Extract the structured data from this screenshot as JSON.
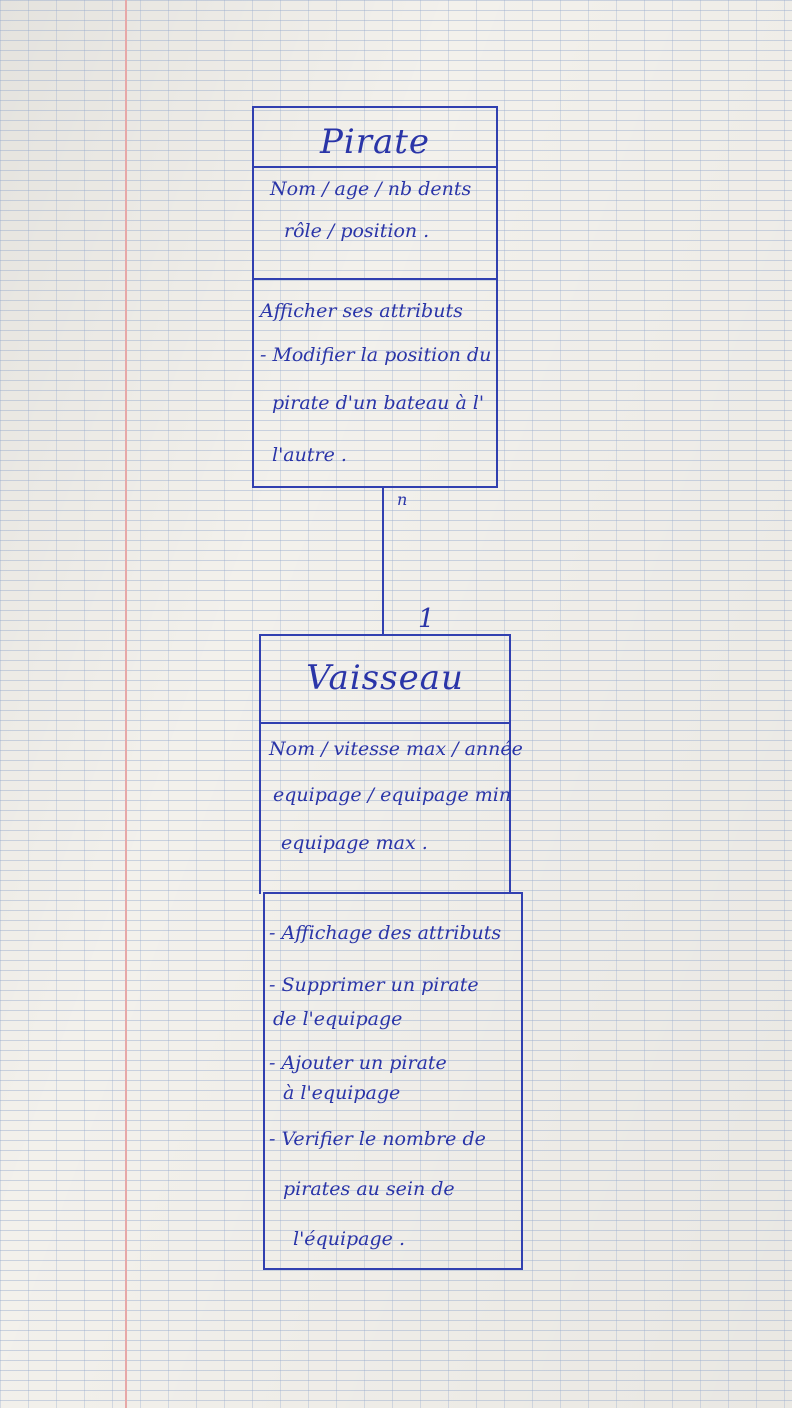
{
  "diagram": {
    "pirate": {
      "name": "Pirate",
      "attributes": [
        "Nom / age / nb dents",
        "rôle / position ."
      ],
      "methods": [
        "Afficher ses attributs",
        "- Modifier la position du",
        "pirate d'un bateau à l'",
        "l'autre ."
      ]
    },
    "association": {
      "pirate_multiplicity": "n",
      "vaisseau_multiplicity": "1"
    },
    "vaisseau": {
      "name": "Vaisseau",
      "attributes": [
        "Nom / vitesse max / année",
        "equipage / equipage min",
        "equipage max ."
      ],
      "methods": [
        "- Affichage des attributs",
        "- Supprimer un pirate",
        "de l'equipage",
        "- Ajouter un pirate",
        "à l'equipage",
        "- Verifier le nombre de",
        "pirates au sein de",
        "l'équipage ."
      ]
    }
  }
}
